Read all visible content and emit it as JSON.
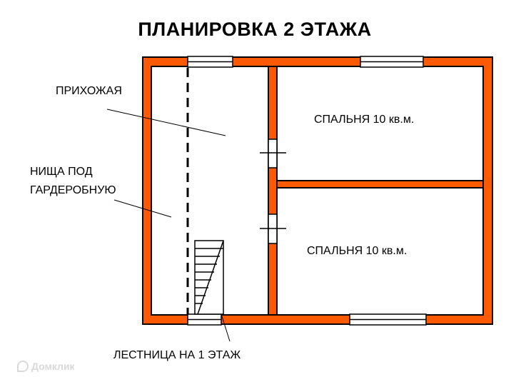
{
  "title": "ПЛАНИРОВКА 2 ЭТАЖА",
  "labels": {
    "hallway": "ПРИХОЖАЯ",
    "niche_line1": "НИЩА ПОД",
    "niche_line2": "ГАРДЕРОБНУЮ",
    "bedroom_1": "СПАЛЬНЯ 10 кв.м.",
    "bedroom_2": "СПАЛЬНЯ 10 кв.м.",
    "stairs": "ЛЕСТНИЦА НА 1 ЭТАЖ"
  },
  "watermark": "Домклик",
  "colors": {
    "wall_fill": "#ff5a00",
    "wall_outline": "#000000",
    "background": "#ffffff"
  }
}
